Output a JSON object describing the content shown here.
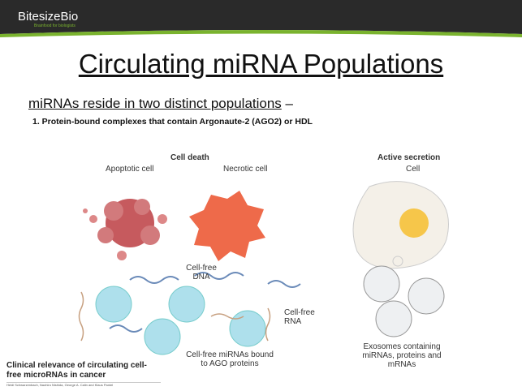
{
  "header": {
    "logo": "BitesizeBio",
    "tagline": "Brainfood for biologists"
  },
  "slide": {
    "title": "Circulating miRNA Populations",
    "subtitle": "miRNAs reside in two distinct populations",
    "subtitle_dash": " –",
    "point": "1.   Protein-bound complexes that contain Argonaute-2 (AGO2) or HDL"
  },
  "figure": {
    "cell_death": "Cell death",
    "apoptotic": "Apoptotic cell",
    "necrotic": "Necrotic cell",
    "active_secretion": "Active secretion",
    "cell": "Cell",
    "cf_dna": "Cell-free DNA",
    "cf_rna": "Cell-free RNA",
    "cf_mirna": "Cell-free miRNAs bound to AGO proteins",
    "exosomes": "Exosomes containing miRNAs, proteins and mRNAs",
    "citation": "Clinical relevance of circulating cell-free microRNAs in cancer",
    "authors": "Heidi Schwarzenbach, Naohiro Nishida, George A. Calin and Klaus Pantel"
  }
}
